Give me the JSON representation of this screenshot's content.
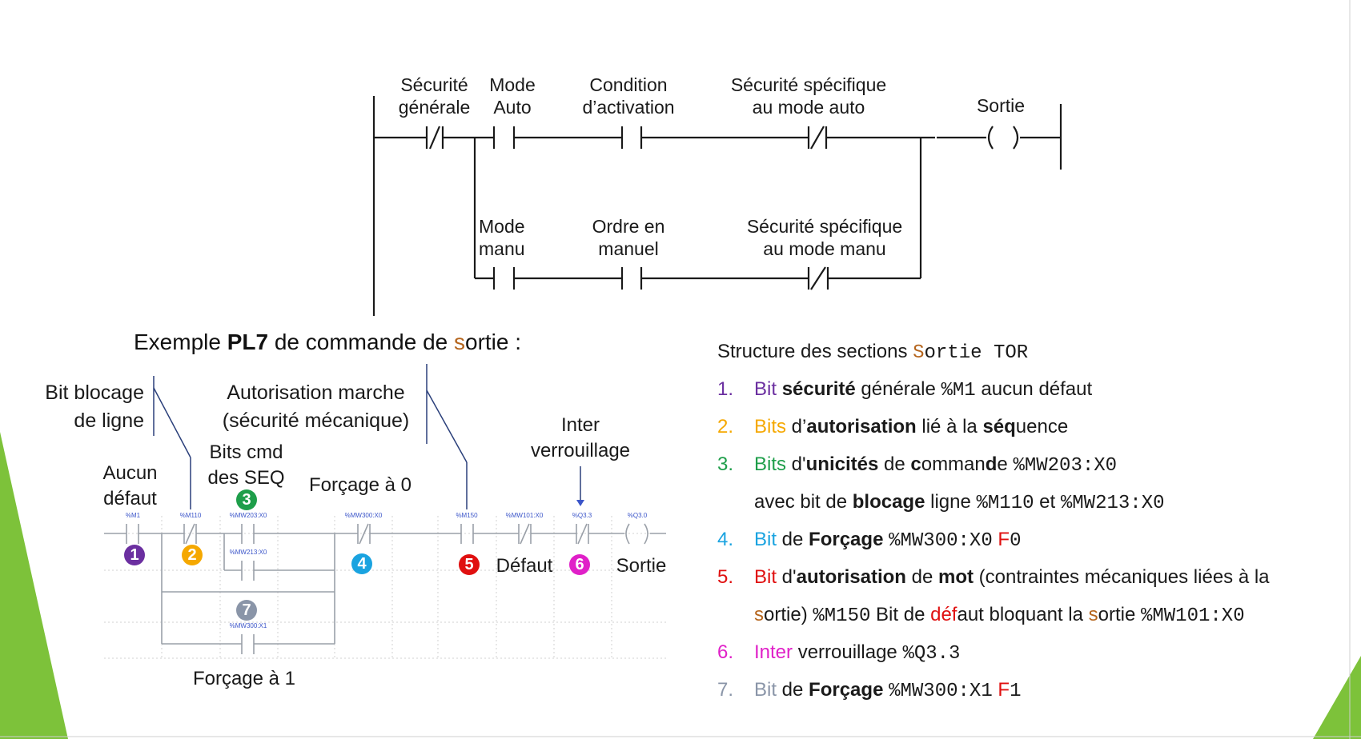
{
  "ladder": {
    "securite_generale": "Sécurité\ngénérale",
    "mode_auto": "Mode\nAuto",
    "condition_activation": "Condition\nd’activation",
    "securite_specifique_auto": "Sécurité spécifique\nau mode auto",
    "sortie": "Sortie",
    "mode_manu": "Mode\nmanu",
    "ordre_manuel": "Ordre en\nmanuel",
    "securite_specifique_manu": "Sécurité spécifique\nau mode manu"
  },
  "example": {
    "title_pre": "Exemple ",
    "title_bold": "PL7",
    "title_mid": " de commande de ",
    "title_s": "s",
    "title_post": "ortie :",
    "bit_blocage": "Bit blocage\nde ligne",
    "autorisation_marche": "Autorisation marche\n(sécurité mécanique)",
    "bits_cmd": "Bits cmd\ndes SEQ",
    "aucun_defaut": "Aucun\ndéfaut",
    "forcage_0": "Forçage à 0",
    "inter_verrouillage": "Inter\nverrouillage",
    "defaut": "Défaut",
    "sortie": "Sortie",
    "forcage_1": "Forçage à 1",
    "tags": {
      "m1": "%M1",
      "m110": "%M110",
      "mw203": "%MW203:X0",
      "mw213": "%MW213:X0",
      "mw300x0": "%MW300:X0",
      "m150": "%M150",
      "mw101": "%MW101:X0",
      "q33": "%Q3.3",
      "q30": "%Q3.0",
      "mw300x1": "%MW300:X1"
    },
    "badges": [
      "1",
      "2",
      "3",
      "4",
      "5",
      "6",
      "7"
    ]
  },
  "structure": {
    "header_text": "Structure des sections ",
    "header_mono_s": "S",
    "header_mono_rest": "ortie TOR",
    "items": [
      {
        "num": "1.",
        "parts": [
          "Bit",
          " ",
          "sécurité",
          " générale ",
          "%M1",
          " aucun défaut"
        ]
      },
      {
        "num": "2.",
        "parts": [
          "Bits",
          " d’",
          "autorisation",
          " lié à la ",
          "séq",
          "uence"
        ]
      },
      {
        "num": "3.",
        "parts": [
          "Bits",
          " d'",
          "unicités",
          " de ",
          "c",
          "omman",
          "d",
          "e ",
          "%MW203:X0"
        ]
      },
      {
        "cont": [
          "avec bit de ",
          "blocage",
          " ligne ",
          "%M110",
          " et ",
          "%MW213:X0"
        ]
      },
      {
        "num": "4.",
        "parts": [
          "Bit",
          " de ",
          "Forçage",
          " ",
          "%MW300:X0",
          " ",
          "F",
          "0"
        ]
      },
      {
        "num": "5.",
        "parts": [
          "Bit",
          " d'",
          "autorisation",
          " de ",
          "mot",
          " (contraintes mécaniques liées à la"
        ]
      },
      {
        "cont": [
          "s",
          "ortie) ",
          "%M150",
          " Bit de ",
          "déf",
          "aut bloquant la ",
          "s",
          "ortie ",
          "%MW101:X0"
        ]
      },
      {
        "num": "6.",
        "parts": [
          "Inter",
          " verrouillage ",
          "%Q3.3"
        ]
      },
      {
        "num": "7.",
        "parts": [
          "Bit",
          " de ",
          "Forçage",
          " ",
          "%MW300:X1",
          " ",
          "F",
          "1"
        ]
      }
    ]
  },
  "colors": {
    "c1": "#6b2fa0",
    "c2": "#f5a800",
    "c3": "#1e9e4a",
    "c4": "#1aa3e0",
    "c5": "#e01010",
    "c6": "#e020c8",
    "c7": "#8a95a8",
    "green": "#7dc23a",
    "brown": "#b5651d"
  }
}
